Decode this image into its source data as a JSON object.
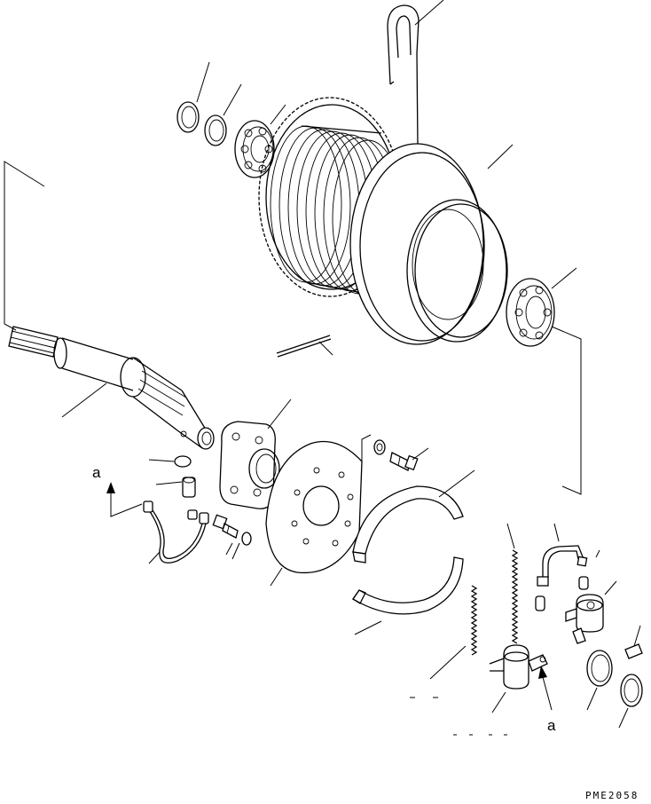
{
  "labels": {
    "arrow_left": "a",
    "arrow_right": "a"
  },
  "drawing_code": "PME2058"
}
